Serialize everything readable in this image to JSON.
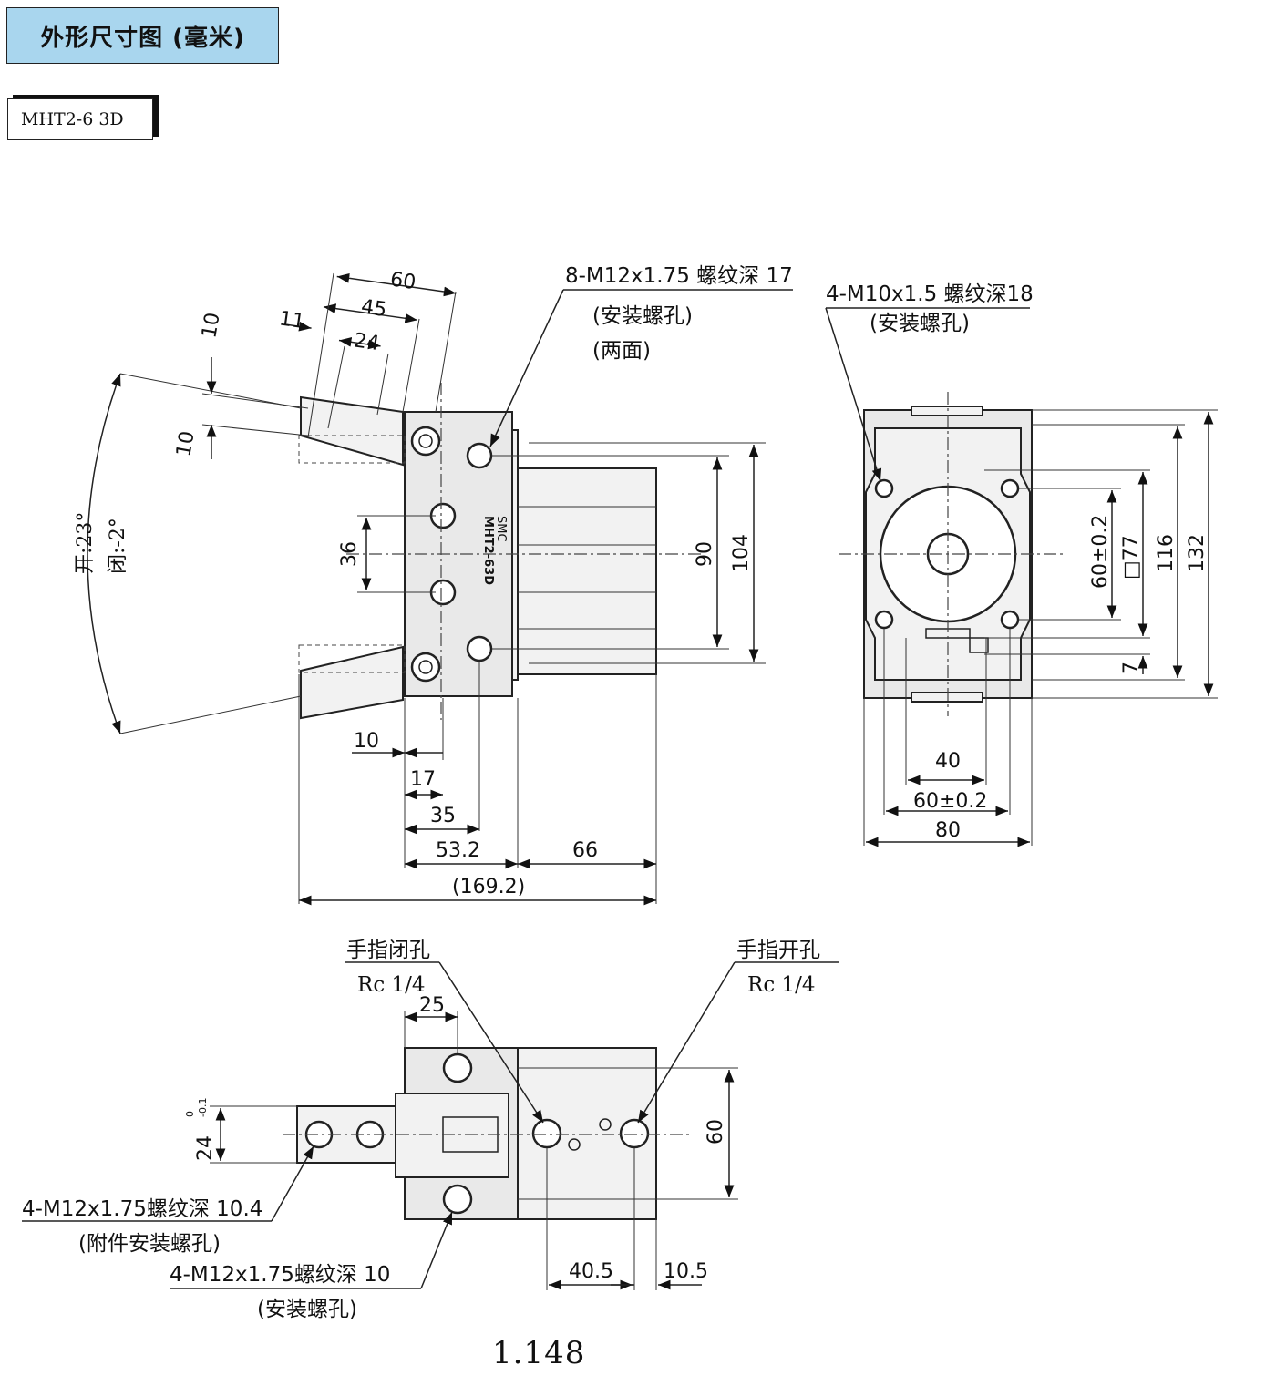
{
  "header": {
    "title": "外形尺寸图 (毫米)",
    "model": "MHT2-6 3D"
  },
  "front_view": {
    "callout_top": {
      "line1": "8-M12x1.75 螺纹深 17",
      "line2": "(安装螺孔)",
      "line3": "(两面)"
    },
    "angle_open": "开:23°",
    "angle_close": "闭:-2°",
    "body_label_a": "MHT2-63D",
    "body_label_b": "SMC",
    "dims": {
      "d60": "60",
      "d45": "45",
      "d11": "11",
      "d24": "24",
      "d10a": "10",
      "d10b": "10",
      "d36": "36",
      "d90": "90",
      "d104": "104",
      "d10c": "10",
      "d17": "17",
      "d35": "35",
      "d53": "53.2",
      "d66": "66",
      "d169": "(169.2)"
    }
  },
  "side_view": {
    "callout": {
      "line1": "4-M10x1.5 螺纹深18",
      "line2": "(安装螺孔)"
    },
    "dims": {
      "d60v": "60±0.2",
      "d77": "□77",
      "d116": "116",
      "d132": "132",
      "d7": "7",
      "d40": "40",
      "d60h": "60±0.2",
      "d80": "80"
    }
  },
  "bottom_view": {
    "close_port": {
      "line1": "手指闭孔",
      "line2": "Rc  1/4"
    },
    "open_port": {
      "line1": "手指开孔",
      "line2": "Rc  1/4"
    },
    "dims": {
      "d25": "25",
      "d24": "24",
      "d24tol_top": "0",
      "d24tol_bot": "-0.1",
      "d60": "60",
      "d405": "40.5",
      "d105": "10.5"
    },
    "callout_attach": {
      "line1": "4-M12x1.75螺纹深 10.4",
      "line2": "(附件安装螺孔)"
    },
    "callout_mount": {
      "line1": "4-M12x1.75螺纹深 10",
      "line2": "(安装螺孔)"
    }
  },
  "footer": {
    "page": "1.148"
  }
}
